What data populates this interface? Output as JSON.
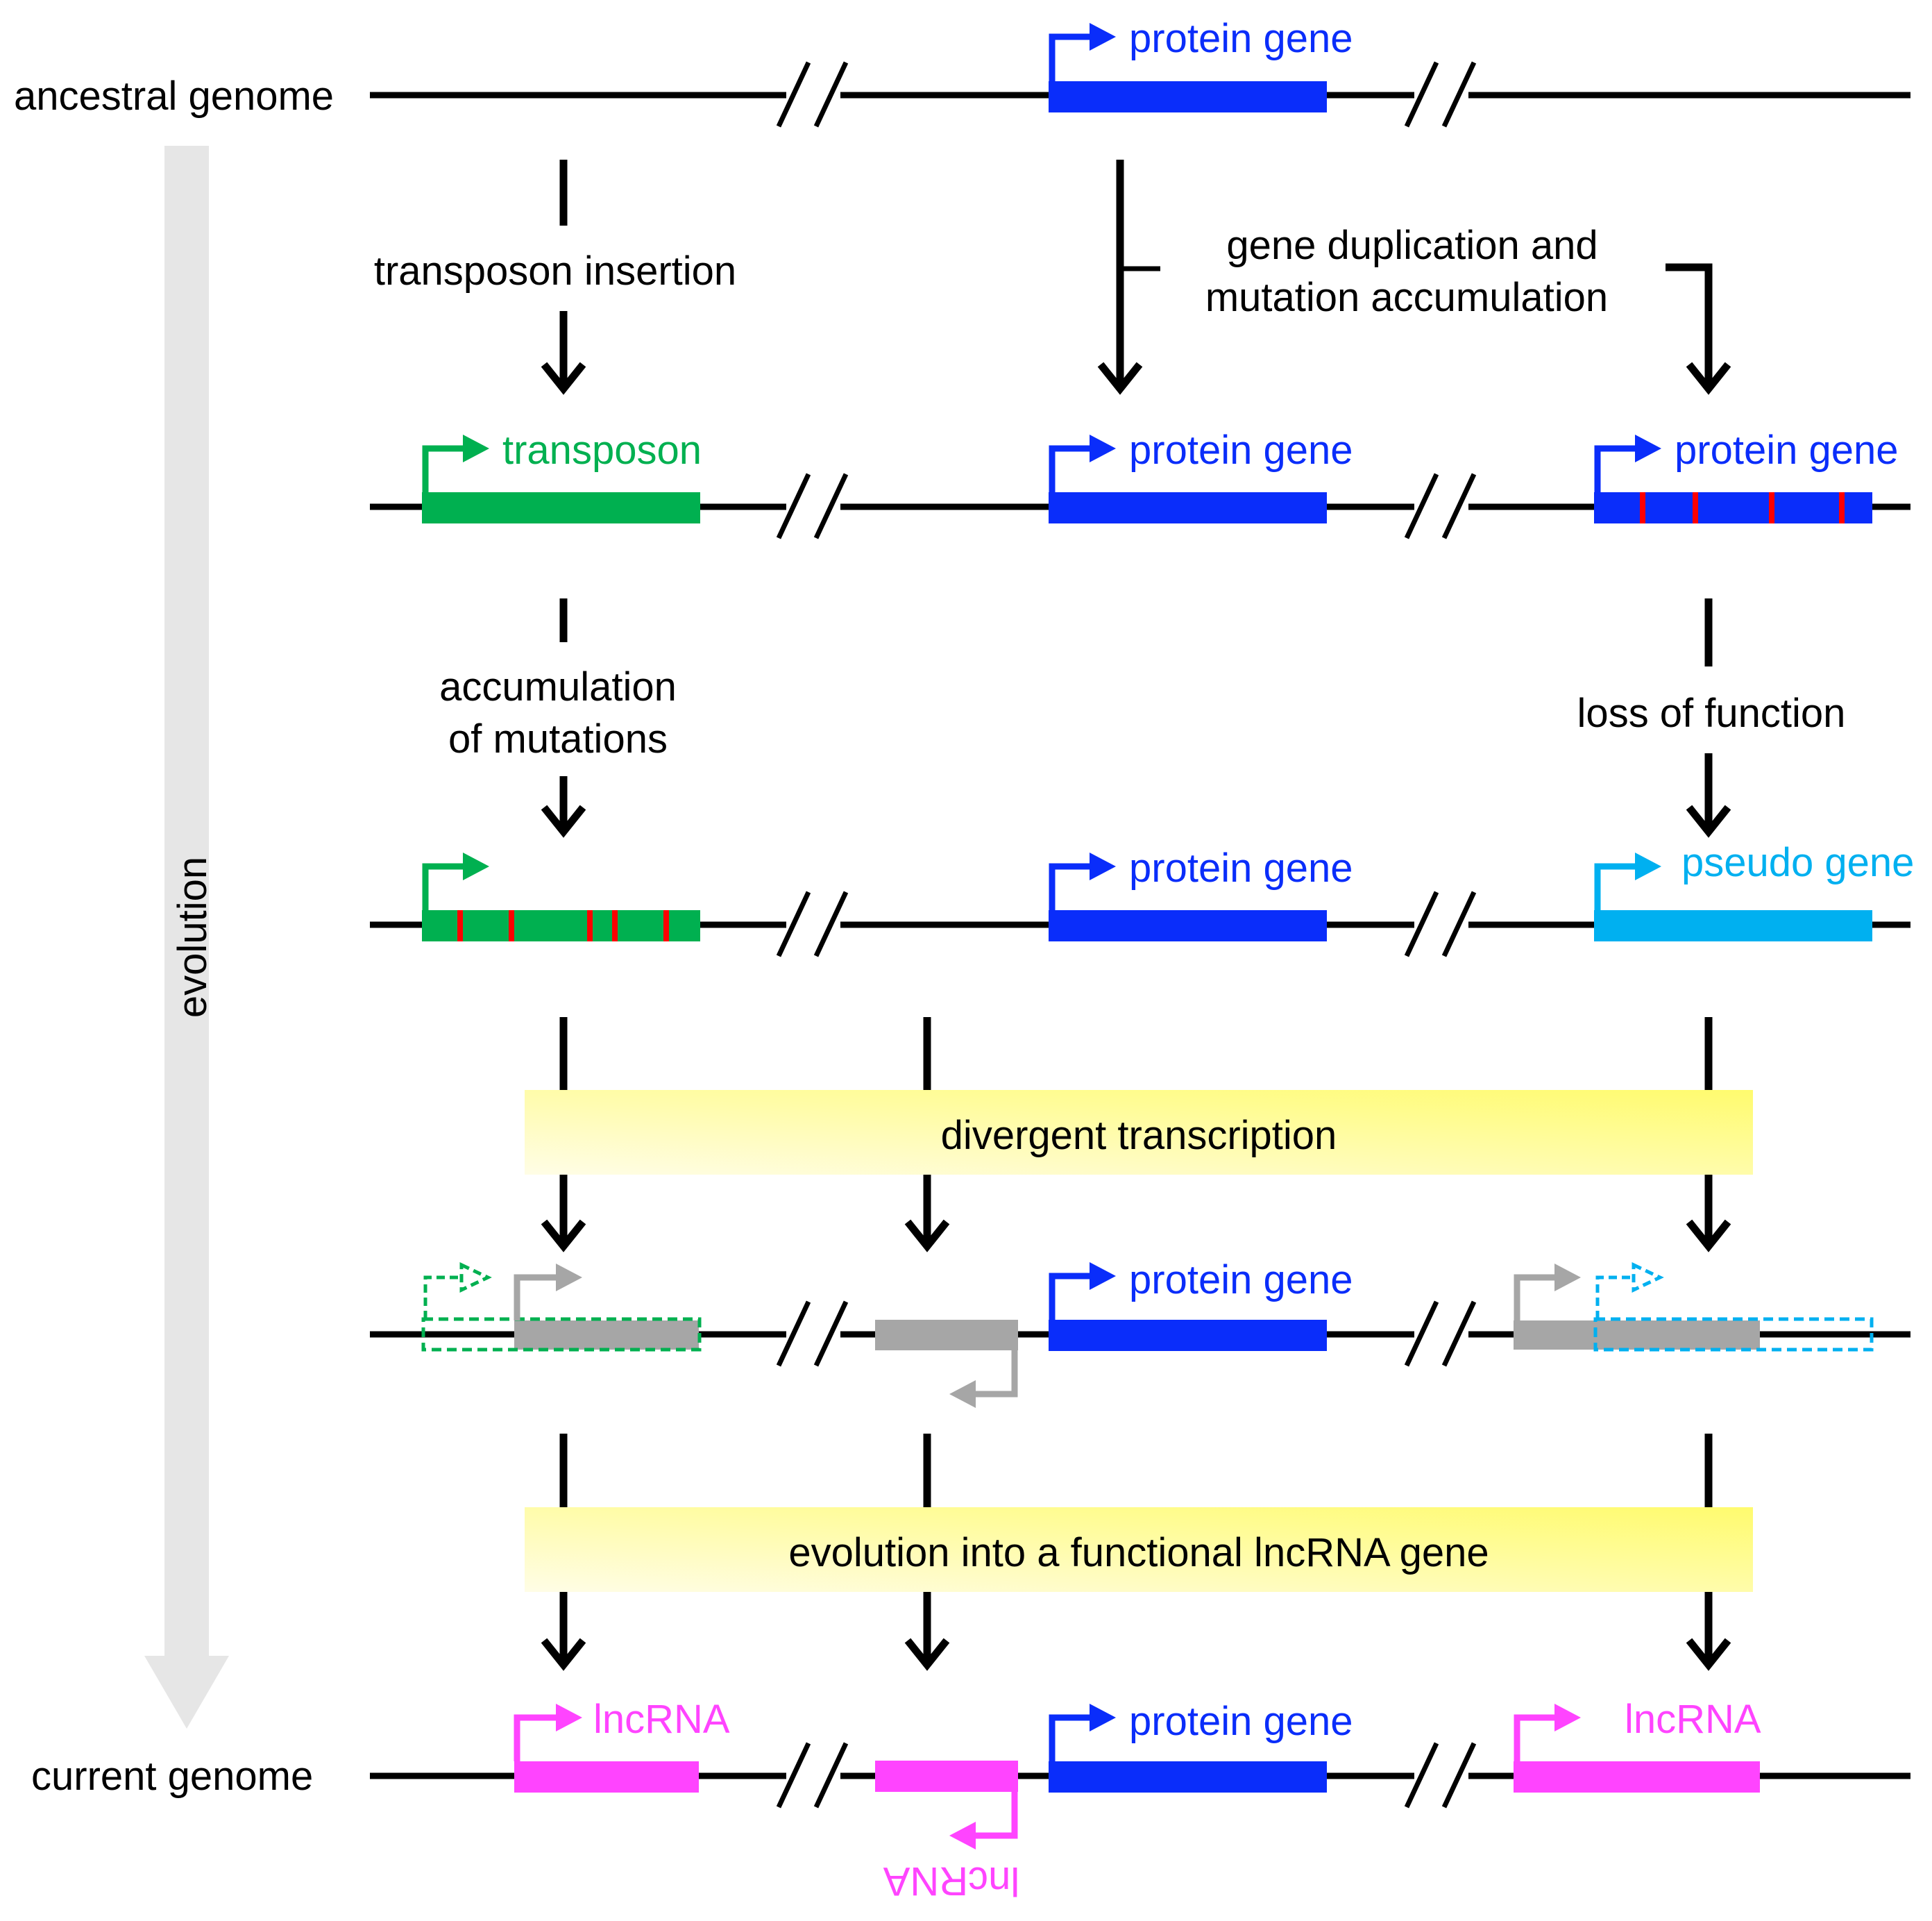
{
  "colors": {
    "black": "#000000",
    "blue": "#0a2dfa",
    "green": "#00b050",
    "lightblue": "#00b0f0",
    "gray": "#a6a6a6",
    "magenta": "#ff44ff",
    "red": "#ff0000",
    "band": "#fffb7a",
    "evolution_arrow": "#e6e6e6"
  },
  "side_labels": {
    "ancestral": "ancestral genome",
    "current": "current genome",
    "evolution": "evolution"
  },
  "gene_labels": {
    "protein_gene": "protein gene",
    "transposon": "transposon",
    "pseudo_gene": "pseudo gene",
    "lncrna": "lncRNA"
  },
  "steps": {
    "transposon_insertion": "transposon insertion",
    "gene_duplication_1": "gene duplication and",
    "gene_duplication_2": "mutation accumulation",
    "accumulation_1": "accumulation",
    "accumulation_2": "of  mutations",
    "loss_of_function": "loss of function"
  },
  "bands": {
    "divergent": "divergent transcription",
    "functional": "evolution into a functional lncRNA gene"
  }
}
